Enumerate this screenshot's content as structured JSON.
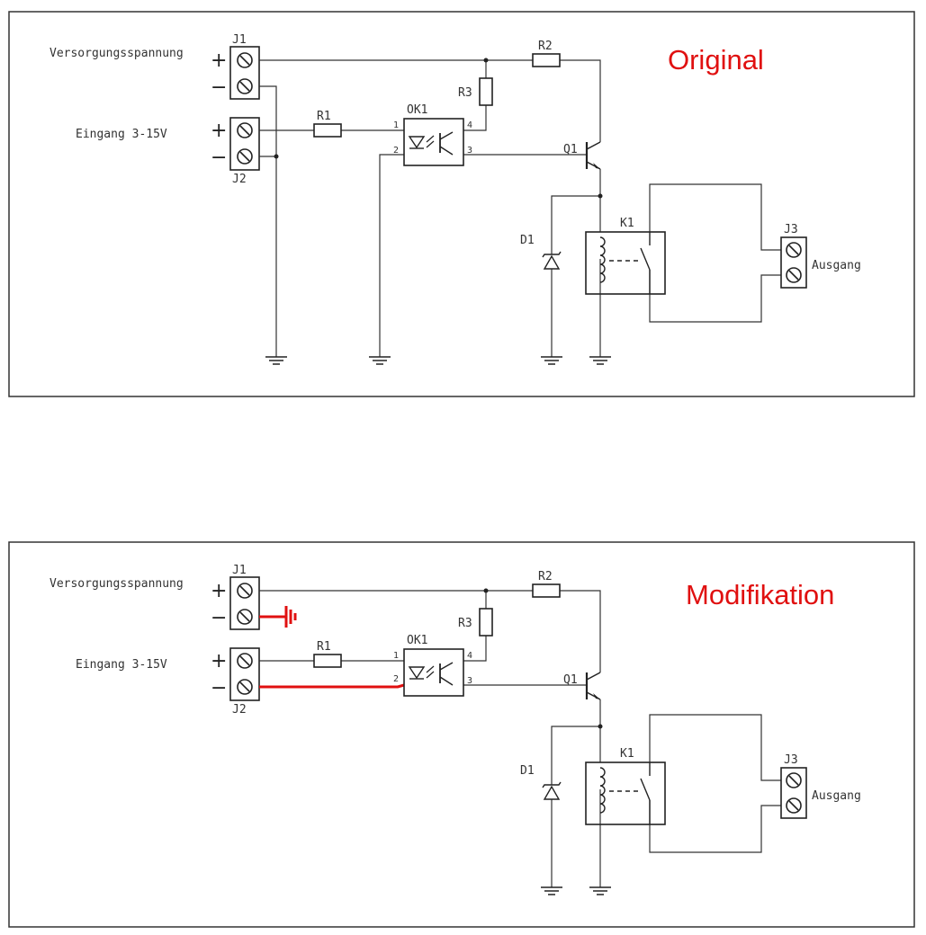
{
  "accent_color": "#e01010",
  "panels": [
    {
      "title": "Original",
      "labels": {
        "supply": "Versorgungsspannung",
        "input": "Eingang 3-15V",
        "output": "Ausgang",
        "j1": "J1",
        "j2": "J2",
        "j3": "J3",
        "r1": "R1",
        "r2": "R2",
        "r3": "R3",
        "ok1": "OK1",
        "q1": "Q1",
        "d1": "D1",
        "k1": "K1",
        "pin1": "1",
        "pin2": "2",
        "pin3": "3",
        "pin4": "4",
        "plus": "+",
        "minus": "−"
      }
    },
    {
      "title": "Modifikation",
      "labels": {
        "supply": "Versorgungsspannung",
        "input": "Eingang 3-15V",
        "output": "Ausgang",
        "j1": "J1",
        "j2": "J2",
        "j3": "J3",
        "r1": "R1",
        "r2": "R2",
        "r3": "R3",
        "ok1": "OK1",
        "q1": "Q1",
        "d1": "D1",
        "k1": "K1",
        "pin1": "1",
        "pin2": "2",
        "pin3": "3",
        "pin4": "4",
        "plus": "+",
        "minus": "−"
      }
    }
  ]
}
